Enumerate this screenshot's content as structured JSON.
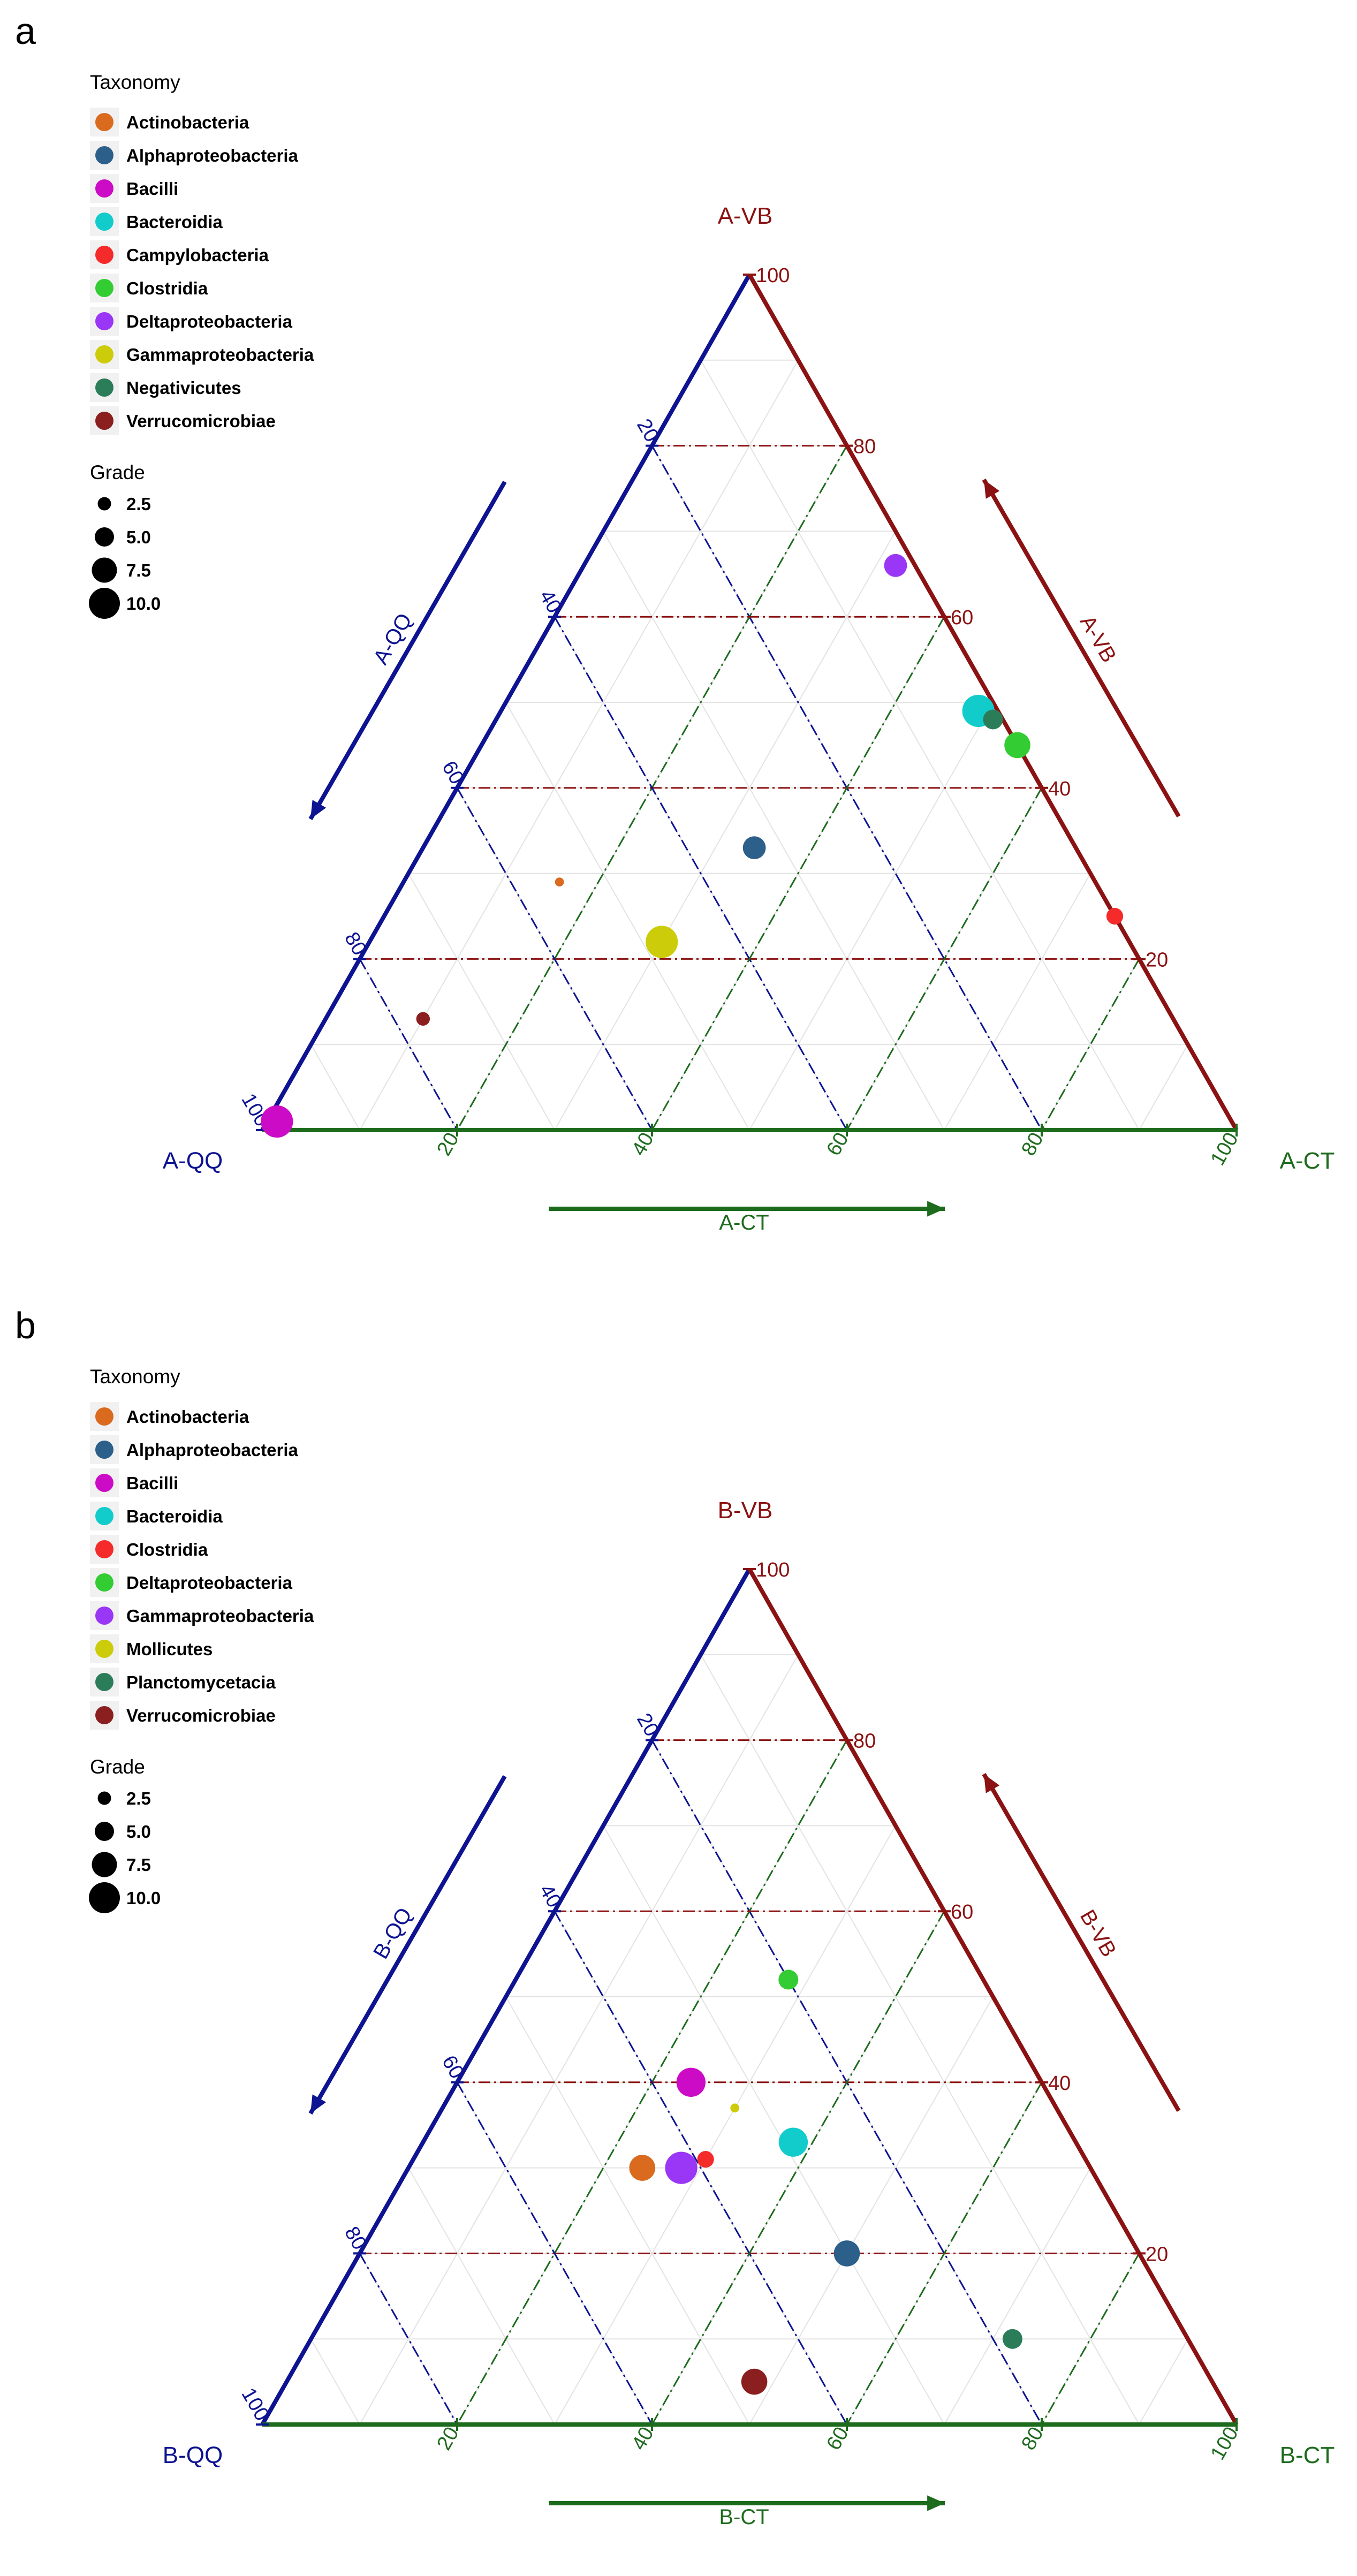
{
  "colors": {
    "qq_axis": "#0d1391",
    "vb_axis": "#8b1212",
    "ct_axis": "#1d6b1d",
    "grid_light": "#e3e3e3",
    "text": "#000000"
  },
  "legend_titles": {
    "taxonomy": "Taxonomy",
    "grade": "Grade"
  },
  "chart_data": [
    {
      "type": "ternary_scatter",
      "panel_label": "a",
      "vertices": {
        "top": "A-VB",
        "left": "A-QQ",
        "right": "A-CT"
      },
      "axis_titles": {
        "left_side": "A-QQ",
        "right_side": "A-VB",
        "bottom": "A-CT"
      },
      "tick_labels": {
        "vb": [
          "20",
          "40",
          "60",
          "80",
          "100"
        ],
        "qq": [
          "20",
          "40",
          "60",
          "80",
          "100"
        ],
        "ct": [
          "20",
          "40",
          "60",
          "80",
          "100"
        ]
      },
      "legend": {
        "taxonomy": [
          {
            "name": "Actinobacteria",
            "color": "#d96a1e"
          },
          {
            "name": "Alphaproteobacteria",
            "color": "#2c5f8a"
          },
          {
            "name": "Bacilli",
            "color": "#cc0bc6"
          },
          {
            "name": "Bacteroidia",
            "color": "#12cccc"
          },
          {
            "name": "Campylobacteria",
            "color": "#f52a2a"
          },
          {
            "name": "Clostridia",
            "color": "#33cc33"
          },
          {
            "name": "Deltaproteobacteria",
            "color": "#9a36f5"
          },
          {
            "name": "Gammaproteobacteria",
            "color": "#cccc0a"
          },
          {
            "name": "Negativicutes",
            "color": "#2b7d5a"
          },
          {
            "name": "Verrucomicrobiae",
            "color": "#8b1f1f"
          }
        ],
        "grade": [
          2.5,
          5.0,
          7.5,
          10.0
        ],
        "grade_labels": [
          "2.5",
          "5.0",
          "7.5",
          "10.0"
        ]
      },
      "points": [
        {
          "taxon": "Deltaproteobacteria",
          "VB": 66,
          "QQ": 2,
          "CT": 32,
          "grade": 6
        },
        {
          "taxon": "Bacteroidia",
          "VB": 49,
          "QQ": 2,
          "CT": 49,
          "grade": 9
        },
        {
          "taxon": "Negativicutes",
          "VB": 48,
          "QQ": 1,
          "CT": 51,
          "grade": 5
        },
        {
          "taxon": "Clostridia",
          "VB": 45,
          "QQ": 0,
          "CT": 55,
          "grade": 7
        },
        {
          "taxon": "Alphaproteobacteria",
          "VB": 33,
          "QQ": 33,
          "CT": 34,
          "grade": 6
        },
        {
          "taxon": "Campylobacteria",
          "VB": 25,
          "QQ": 0,
          "CT": 75,
          "grade": 4
        },
        {
          "taxon": "Actinobacteria",
          "VB": 29,
          "QQ": 55,
          "CT": 16,
          "grade": 1.5
        },
        {
          "taxon": "Gammaproteobacteria",
          "VB": 22,
          "QQ": 48,
          "CT": 30,
          "grade": 9
        },
        {
          "taxon": "Verrucomicrobiae",
          "VB": 13,
          "QQ": 77,
          "CT": 10,
          "grade": 3
        },
        {
          "taxon": "Bacilli",
          "VB": 1,
          "QQ": 98,
          "CT": 1,
          "grade": 9
        }
      ]
    },
    {
      "type": "ternary_scatter",
      "panel_label": "b",
      "vertices": {
        "top": "B-VB",
        "left": "B-QQ",
        "right": "B-CT"
      },
      "axis_titles": {
        "left_side": "B-QQ",
        "right_side": "B-VB",
        "bottom": "B-CT"
      },
      "tick_labels": {
        "vb": [
          "20",
          "40",
          "60",
          "80",
          "100"
        ],
        "qq": [
          "20",
          "40",
          "60",
          "80",
          "100"
        ],
        "ct": [
          "20",
          "40",
          "60",
          "80",
          "100"
        ]
      },
      "legend": {
        "taxonomy": [
          {
            "name": "Actinobacteria",
            "color": "#d96a1e"
          },
          {
            "name": "Alphaproteobacteria",
            "color": "#2c5f8a"
          },
          {
            "name": "Bacilli",
            "color": "#cc0bc6"
          },
          {
            "name": "Bacteroidia",
            "color": "#12cccc"
          },
          {
            "name": "Clostridia",
            "color": "#f52a2a"
          },
          {
            "name": "Deltaproteobacteria",
            "color": "#33cc33"
          },
          {
            "name": "Gammaproteobacteria",
            "color": "#9a36f5"
          },
          {
            "name": "Mollicutes",
            "color": "#cccc0a"
          },
          {
            "name": "Planctomycetacia",
            "color": "#2b7d5a"
          },
          {
            "name": "Verrucomicrobiae",
            "color": "#8b1f1f"
          }
        ],
        "grade": [
          2.5,
          5.0,
          7.5,
          10.0
        ],
        "grade_labels": [
          "2.5",
          "5.0",
          "7.5",
          "10.0"
        ]
      },
      "points": [
        {
          "taxon": "Deltaproteobacteria",
          "VB": 52,
          "QQ": 20,
          "CT": 28,
          "grade": 5
        },
        {
          "taxon": "Bacilli",
          "VB": 40,
          "QQ": 36,
          "CT": 24,
          "grade": 8
        },
        {
          "taxon": "Mollicutes",
          "VB": 37,
          "QQ": 33,
          "CT": 30,
          "grade": 1.5
        },
        {
          "taxon": "Bacteroidia",
          "VB": 33,
          "QQ": 29,
          "CT": 38,
          "grade": 8
        },
        {
          "taxon": "Clostridia",
          "VB": 31,
          "QQ": 39,
          "CT": 30,
          "grade": 4
        },
        {
          "taxon": "Gammaproteobacteria",
          "VB": 30,
          "QQ": 42,
          "CT": 28,
          "grade": 9
        },
        {
          "taxon": "Actinobacteria",
          "VB": 30,
          "QQ": 46,
          "CT": 24,
          "grade": 7
        },
        {
          "taxon": "Alphaproteobacteria",
          "VB": 20,
          "QQ": 30,
          "CT": 50,
          "grade": 7
        },
        {
          "taxon": "Planctomycetacia",
          "VB": 10,
          "QQ": 18,
          "CT": 72,
          "grade": 5
        },
        {
          "taxon": "Verrucomicrobiae",
          "VB": 5,
          "QQ": 47,
          "CT": 48,
          "grade": 7
        }
      ]
    }
  ]
}
